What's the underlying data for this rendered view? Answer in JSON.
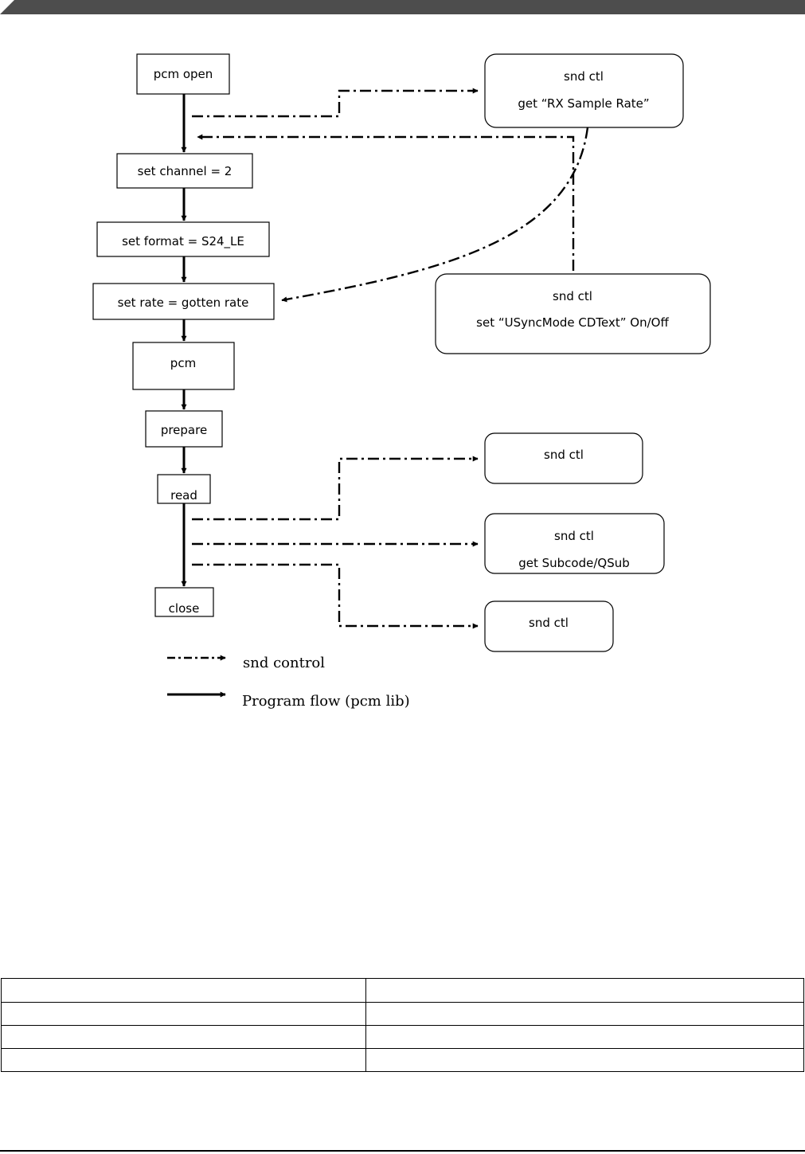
{
  "header": {
    "bar_color": "#4d4d4d"
  },
  "flow": {
    "pcm_open": "pcm open",
    "set_channel": "set channel = 2",
    "set_format": "set format = S24_LE",
    "set_rate": "set rate = gotten rate",
    "pcm": "pcm",
    "prepare": "prepare",
    "read": "read",
    "close": "close"
  },
  "controls": {
    "get_rate_title": "snd ctl",
    "get_rate_sub": "get “RX Sample Rate”",
    "usync_title": "snd ctl",
    "usync_sub": "set “USyncMode CDText” On/Off",
    "ctl3_title": "snd ctl",
    "ctl4_title": "snd ctl",
    "ctl4_sub": "get Subcode/QSub",
    "ctl5_title": "snd ctl"
  },
  "legend": {
    "snd_control": "snd control",
    "program_flow": "Program flow (pcm lib)"
  },
  "table": {
    "rows": [
      [
        "",
        ""
      ],
      [
        "",
        ""
      ],
      [
        "",
        ""
      ],
      [
        "",
        ""
      ]
    ]
  }
}
